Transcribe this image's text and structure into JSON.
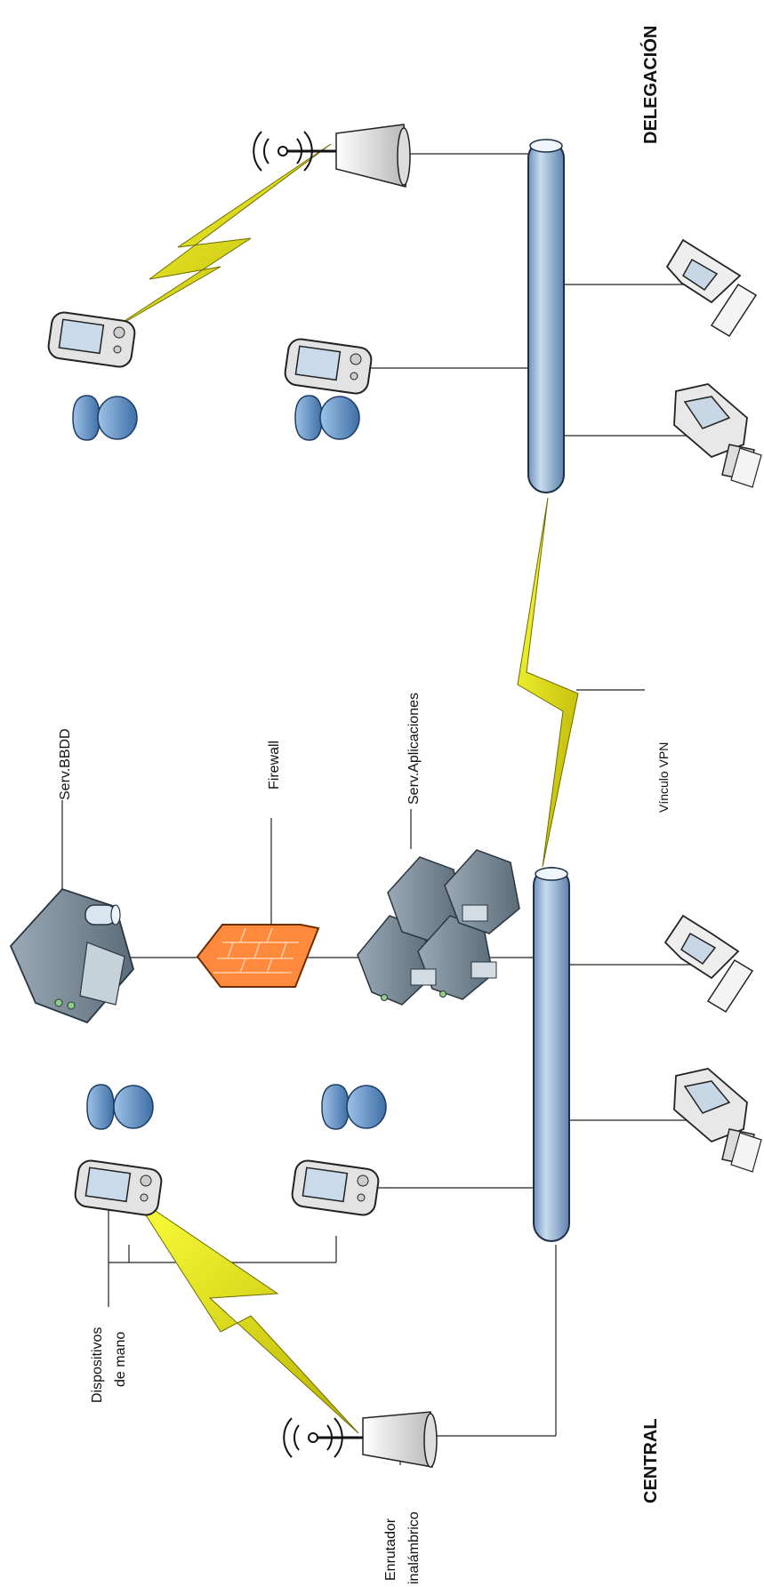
{
  "labels": {
    "delegacion": "DELEGACIÓN",
    "central": "CENTRAL",
    "serv_bbdd": "Serv.BBDD",
    "firewall": "Firewall",
    "serv_aplicaciones": "Serv.Aplicaciones",
    "vinculo_vpn": "Vínculo VPN",
    "dispositivos_line1": "Dispositivos",
    "dispositivos_line2": "de mano",
    "enrutador_line1": "Enrutador",
    "enrutador_line2": "inalámbrico"
  },
  "colors": {
    "backbone": "#8fb3d9",
    "backbone_edge": "#1f2f45",
    "firewall": "#ff8a3d",
    "lightning": "#f2f200",
    "user": "#6f9fd1",
    "server": "#7d8f9c"
  },
  "icons": [
    "user-icon",
    "pda-icon",
    "antenna-icon",
    "pc-tower-icon",
    "monitor-icon",
    "server-icon",
    "firewall-icon",
    "backbone-bus",
    "wireless-link"
  ]
}
